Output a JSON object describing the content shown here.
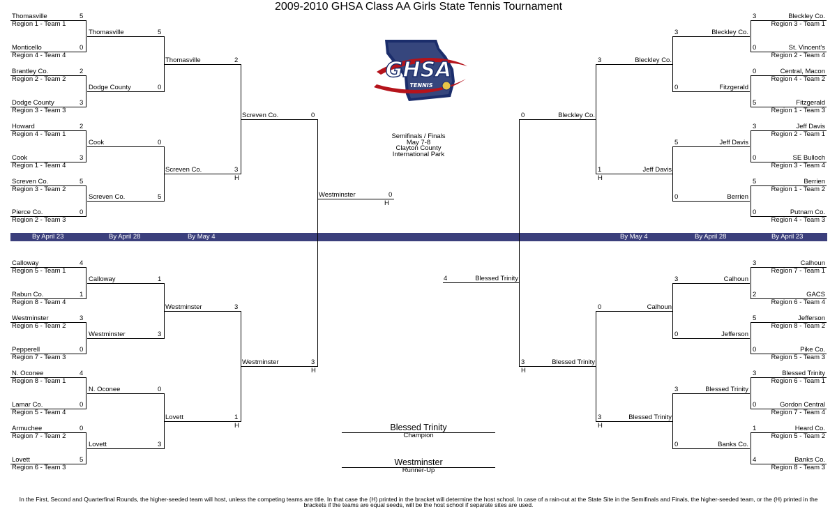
{
  "title": "2009-2010 GHSA Class AA Girls State Tennis Tournament",
  "logo": {
    "text": "GHSA",
    "subtext": "TENNIS"
  },
  "center_info": [
    "Semifinals / Finals",
    "May 7-8",
    "Clayton County",
    "International Park"
  ],
  "rounds": {
    "r1": "By April 23",
    "r2": "By April 28",
    "r3": "By May 4"
  },
  "host_marker": "H",
  "left": {
    "r1": [
      {
        "team": "Thomasville",
        "seed": "Region 1 - Team 1",
        "score": "5"
      },
      {
        "team": "Monticello",
        "seed": "Region 4 - Team 4",
        "score": "0"
      },
      {
        "team": "Brantley Co.",
        "seed": "Region 2 - Team 2",
        "score": "2"
      },
      {
        "team": "Dodge County",
        "seed": "Region 3 - Team 3",
        "score": "3"
      },
      {
        "team": "Howard",
        "seed": "Region 4 - Team 1",
        "score": "2"
      },
      {
        "team": "Cook",
        "seed": "Region 1 - Team 4",
        "score": "3"
      },
      {
        "team": "Screven Co.",
        "seed": "Region 3 - Team 2",
        "score": "5"
      },
      {
        "team": "Pierce Co.",
        "seed": "Region 2 - Team 3",
        "score": "0"
      },
      {
        "team": "Calloway",
        "seed": "Region 5 - Team 1",
        "score": "4"
      },
      {
        "team": "Rabun Co.",
        "seed": "Region 8 - Team 4",
        "score": "1"
      },
      {
        "team": "Westminster",
        "seed": "Region 6 - Team 2",
        "score": "3"
      },
      {
        "team": "Pepperell",
        "seed": "Region 7 - Team 3",
        "score": "0"
      },
      {
        "team": "N. Oconee",
        "seed": "Region 8 - Team 1",
        "score": "4"
      },
      {
        "team": "Lamar Co.",
        "seed": "Region 5 - Team 4",
        "score": "0"
      },
      {
        "team": "Armuchee",
        "seed": "Region 7 - Team 2",
        "score": "0"
      },
      {
        "team": "Lovett",
        "seed": "Region 6 - Team 3",
        "score": "5"
      }
    ],
    "r2": [
      {
        "team": "Thomasville",
        "score": "5"
      },
      {
        "team": "Dodge County",
        "score": "0"
      },
      {
        "team": "Cook",
        "score": "0"
      },
      {
        "team": "Screven Co.",
        "score": "5"
      },
      {
        "team": "Calloway",
        "score": "1"
      },
      {
        "team": "Westminster",
        "score": "3"
      },
      {
        "team": "N. Oconee",
        "score": "0"
      },
      {
        "team": "Lovett",
        "score": "3"
      }
    ],
    "r3": [
      {
        "team": "Thomasville",
        "score": "2",
        "host": false
      },
      {
        "team": "Screven Co.",
        "score": "3",
        "host": true
      },
      {
        "team": "Westminster",
        "score": "3",
        "host": false
      },
      {
        "team": "Lovett",
        "score": "1",
        "host": true
      }
    ],
    "sf": [
      {
        "team": "Screven Co.",
        "score": "0",
        "host": false
      },
      {
        "team": "Westminster",
        "score": "3",
        "host": true
      }
    ],
    "final": {
      "team": "Westminster",
      "score": "0",
      "host": true
    }
  },
  "right": {
    "r1": [
      {
        "team": "Bleckley Co.",
        "seed": "Region 3 - Team 1",
        "score": "3"
      },
      {
        "team": "St. Vincent's",
        "seed": "Region 2 - Team 4",
        "score": "0"
      },
      {
        "team": "Central, Macon",
        "seed": "Region 4 - Team 2",
        "score": "0"
      },
      {
        "team": "Fitzgerald",
        "seed": "Region 1 - Team 3",
        "score": "5"
      },
      {
        "team": "Jeff Davis",
        "seed": "Region 2 - Team 1",
        "score": "3"
      },
      {
        "team": "SE Bulloch",
        "seed": "Region 3 - Team 4",
        "score": "0"
      },
      {
        "team": "Berrien",
        "seed": "Region 1 - Team 2",
        "score": "5"
      },
      {
        "team": "Putnam Co.",
        "seed": "Region 4 - Team 3",
        "score": "0"
      },
      {
        "team": "Calhoun",
        "seed": "Region 7 - Team 1",
        "score": "3"
      },
      {
        "team": "GACS",
        "seed": "Region 6 - Team 4",
        "score": "2"
      },
      {
        "team": "Jefferson",
        "seed": "Region 8 - Team 2",
        "score": "5"
      },
      {
        "team": "Pike Co.",
        "seed": "Region 5 - Team 3",
        "score": "0"
      },
      {
        "team": "Blessed Trinity",
        "seed": "Region 6 - Team 1",
        "score": "3"
      },
      {
        "team": "Gordon Central",
        "seed": "Region 7 - Team 4",
        "score": "0"
      },
      {
        "team": "Heard Co.",
        "seed": "Region 5 - Team 2",
        "score": "1"
      },
      {
        "team": "Banks Co.",
        "seed": "Region 8 - Team 3",
        "score": "4"
      }
    ],
    "r2": [
      {
        "team": "Bleckley Co.",
        "score": "3"
      },
      {
        "team": "Fitzgerald",
        "score": "0"
      },
      {
        "team": "Jeff Davis",
        "score": "5"
      },
      {
        "team": "Berrien",
        "score": "0"
      },
      {
        "team": "Calhoun",
        "score": "3"
      },
      {
        "team": "Jefferson",
        "score": "0"
      },
      {
        "team": "Blessed Trinity",
        "score": "3"
      },
      {
        "team": "Banks Co.",
        "score": "0"
      }
    ],
    "r3": [
      {
        "team": "Bleckley Co.",
        "score": "3",
        "host": false
      },
      {
        "team": "Jeff Davis",
        "score": "1",
        "host": true
      },
      {
        "team": "Calhoun",
        "score": "0",
        "host": false
      },
      {
        "team": "Blessed Trinity",
        "score": "3",
        "host": true
      }
    ],
    "sf": [
      {
        "team": "Bleckley Co.",
        "score": "0",
        "host": false
      },
      {
        "team": "Blessed Trinity",
        "score": "3",
        "host": true
      }
    ],
    "final": {
      "team": "Blessed Trinity",
      "score": "4",
      "host": false
    }
  },
  "champion": {
    "team": "Blessed Trinity",
    "label": "Champion"
  },
  "runner_up": {
    "team": "Westminster",
    "label": "Runner-Up"
  },
  "footnote": [
    "In the First, Second and Quarterfinal Rounds, the higher-seeded team will host, unless the competing teams are title.  In that case the (H) printed in the bracket will determine the host school.  In case of a rain-out at the State Site in the Semifinals and Finals, the higher-seeded team, or the (H) printed in the",
    "brackets if the teams are equal seeds, will be the host school if separate sites are used."
  ]
}
